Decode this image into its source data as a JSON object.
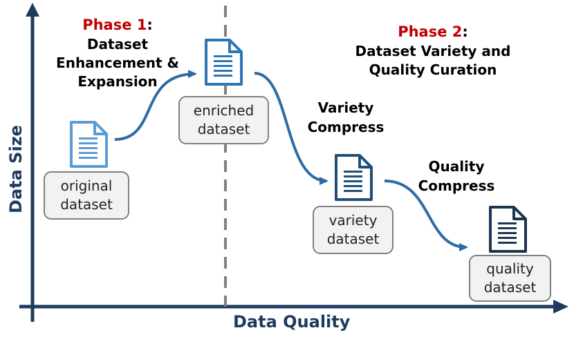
{
  "phase1": {
    "title": "Phase 1",
    "colon": ":",
    "lines": [
      "Dataset",
      "Enhancement &",
      "Expansion"
    ]
  },
  "phase2": {
    "title": "Phase 2",
    "colon": ":",
    "lines": [
      "Dataset Variety and",
      "Quality Curation"
    ]
  },
  "steps": {
    "variety": [
      "Variety",
      "Compress"
    ],
    "quality": [
      "Quality",
      "Compress"
    ]
  },
  "nodes": {
    "original": [
      "original",
      "dataset"
    ],
    "enriched": [
      "enriched",
      "dataset"
    ],
    "variety": [
      "variety",
      "dataset"
    ],
    "quality": [
      "quality",
      "dataset"
    ]
  },
  "axes": {
    "x_label": "Data Quality",
    "y_label": "Data Size"
  },
  "colors": {
    "axis": "#1f3a5f",
    "arrow": "#2e6ca4",
    "phase_title": "#c00000",
    "doc_light": "#5b9bd5",
    "doc_mid": "#2e75b6",
    "doc_dark": "#1f4e79",
    "doc_darkest": "#1a3550",
    "divider": "#808080"
  },
  "icons": [
    "document-icon"
  ]
}
